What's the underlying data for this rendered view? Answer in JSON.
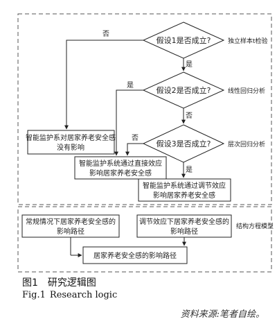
{
  "diagram": {
    "decisions": [
      {
        "text": "假设1是否成立?",
        "side_label": "独立样本t检验"
      },
      {
        "text": "假设2是否成立?",
        "side_label": "线性回归分析"
      },
      {
        "text": "假设3是否成立?",
        "side_label": "层次回归分析"
      }
    ],
    "edge_labels": {
      "h1_no": "否",
      "h1_yes": "是",
      "h2_yes": "是",
      "h2_no": "否",
      "h3_no": "否",
      "h3_yes": "是"
    },
    "outcomes": {
      "h1_fail": [
        "智能监护系对居家养老安全感",
        "没有影响"
      ],
      "h2_pass": [
        "智能监护系统通过直接效应",
        "影响居家养老安全感"
      ],
      "h3_pass": [
        "智能监护系统通过调节效应",
        "影响居家养老安全感"
      ]
    },
    "paths": {
      "normal": [
        "常规情况下居家养老安全感的",
        "影响路径"
      ],
      "moderated": [
        "调节效应下居家养老安全感的",
        "影响路径"
      ],
      "combined": "居家养老安全感的影响路径",
      "method_label": "结构方程模型"
    }
  },
  "caption": {
    "zh_number": "图1",
    "zh_title": "研究逻辑图",
    "en_number": "Fig.1",
    "en_title": "Research logic"
  },
  "source_note": "资料来源:笔者自绘。"
}
